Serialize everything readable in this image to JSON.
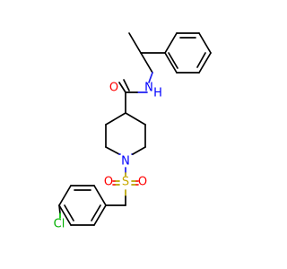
{
  "atoms": {
    "O": {
      "label": "O",
      "color": "#ff0000"
    },
    "NH": {
      "label": "H",
      "label_n": "N",
      "color": "#0000ff"
    },
    "N_ring": {
      "label": "N",
      "color": "#0000ff"
    },
    "S": {
      "label": "S",
      "color": "#c8a800"
    },
    "O_left": {
      "label": "O",
      "color": "#ff0000"
    },
    "O_right": {
      "label": "O",
      "color": "#ff0000"
    },
    "Cl": {
      "label": "Cl",
      "color": "#00b000"
    }
  }
}
